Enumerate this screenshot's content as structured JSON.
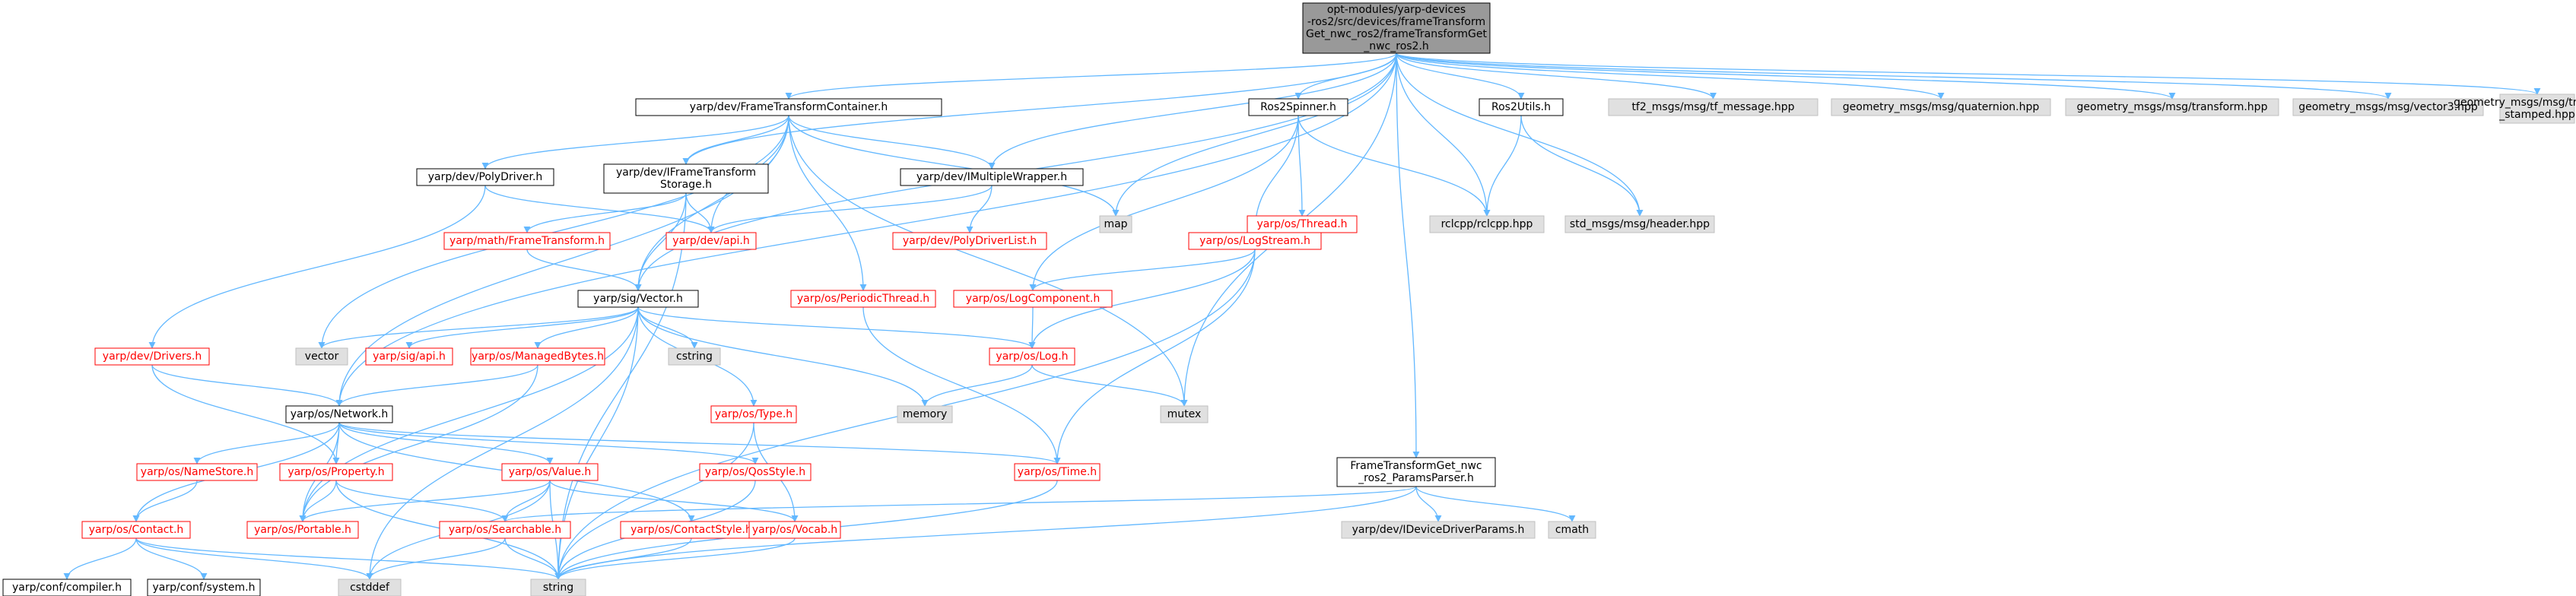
{
  "colors": {
    "edge": "#63b8ff",
    "node_border_black": "#000000",
    "node_border_red": "#ff0000",
    "node_border_gray": "#bfbfbf",
    "fill_white": "#ffffff",
    "fill_gray": "#e0e0e0",
    "fill_root": "#999999",
    "text_red": "#ff0000",
    "text_black": "#000000"
  },
  "nodes": [
    {
      "id": "root",
      "lines": [
        "opt-modules/yarp-devices",
        "-ros2/src/devices/frameTransform",
        "Get_nwc_ros2/frameTransformGet",
        "_nwc_ros2.h"
      ],
      "style": "root"
    },
    {
      "id": "ftc",
      "lines": [
        "yarp/dev/FrameTransformContainer.h"
      ],
      "style": "black"
    },
    {
      "id": "ros2spinner",
      "lines": [
        "Ros2Spinner.h"
      ],
      "style": "black"
    },
    {
      "id": "ros2utils",
      "lines": [
        "Ros2Utils.h"
      ],
      "style": "black"
    },
    {
      "id": "tf2msg",
      "lines": [
        "tf2_msgs/msg/tf_message.hpp"
      ],
      "style": "gray"
    },
    {
      "id": "quat",
      "lines": [
        "geometry_msgs/msg/quaternion.hpp"
      ],
      "style": "gray"
    },
    {
      "id": "transform",
      "lines": [
        "geometry_msgs/msg/transform.hpp"
      ],
      "style": "gray"
    },
    {
      "id": "vector3",
      "lines": [
        "geometry_msgs/msg/vector3.hpp"
      ],
      "style": "gray"
    },
    {
      "id": "tstamped",
      "lines": [
        "geometry_msgs/msg/transform",
        "_stamped.hpp"
      ],
      "style": "gray"
    },
    {
      "id": "polydriver",
      "lines": [
        "yarp/dev/PolyDriver.h"
      ],
      "style": "black"
    },
    {
      "id": "iftstorage",
      "lines": [
        "yarp/dev/IFrameTransform",
        "Storage.h"
      ],
      "style": "black"
    },
    {
      "id": "imultwrap",
      "lines": [
        "yarp/dev/IMultipleWrapper.h"
      ],
      "style": "black"
    },
    {
      "id": "map",
      "lines": [
        "map"
      ],
      "style": "gray"
    },
    {
      "id": "thread",
      "lines": [
        "yarp/os/Thread.h"
      ],
      "style": "red"
    },
    {
      "id": "rclcpp",
      "lines": [
        "rclcpp/rclcpp.hpp"
      ],
      "style": "gray"
    },
    {
      "id": "header",
      "lines": [
        "std_msgs/msg/header.hpp"
      ],
      "style": "gray"
    },
    {
      "id": "mathft",
      "lines": [
        "yarp/math/FrameTransform.h"
      ],
      "style": "red"
    },
    {
      "id": "devapi",
      "lines": [
        "yarp/dev/api.h"
      ],
      "style": "red"
    },
    {
      "id": "polydriverlist",
      "lines": [
        "yarp/dev/PolyDriverList.h"
      ],
      "style": "red"
    },
    {
      "id": "logstream",
      "lines": [
        "yarp/os/LogStream.h"
      ],
      "style": "red"
    },
    {
      "id": "sigvector",
      "lines": [
        "yarp/sig/Vector.h"
      ],
      "style": "black"
    },
    {
      "id": "periodicthread",
      "lines": [
        "yarp/os/PeriodicThread.h"
      ],
      "style": "red"
    },
    {
      "id": "logcomponent",
      "lines": [
        "yarp/os/LogComponent.h"
      ],
      "style": "red"
    },
    {
      "id": "drivers",
      "lines": [
        "yarp/dev/Drivers.h"
      ],
      "style": "red"
    },
    {
      "id": "vector",
      "lines": [
        "vector"
      ],
      "style": "gray"
    },
    {
      "id": "sigapi",
      "lines": [
        "yarp/sig/api.h"
      ],
      "style": "red"
    },
    {
      "id": "managedbytes",
      "lines": [
        "yarp/os/ManagedBytes.h"
      ],
      "style": "red"
    },
    {
      "id": "cstring",
      "lines": [
        "cstring"
      ],
      "style": "gray"
    },
    {
      "id": "log",
      "lines": [
        "yarp/os/Log.h"
      ],
      "style": "red"
    },
    {
      "id": "network",
      "lines": [
        "yarp/os/Network.h"
      ],
      "style": "black"
    },
    {
      "id": "type",
      "lines": [
        "yarp/os/Type.h"
      ],
      "style": "red"
    },
    {
      "id": "memory",
      "lines": [
        "memory"
      ],
      "style": "gray"
    },
    {
      "id": "mutex",
      "lines": [
        "mutex"
      ],
      "style": "gray"
    },
    {
      "id": "paramsparser",
      "lines": [
        "FrameTransformGet_nwc",
        "_ros2_ParamsParser.h"
      ],
      "style": "black"
    },
    {
      "id": "namestore",
      "lines": [
        "yarp/os/NameStore.h"
      ],
      "style": "red"
    },
    {
      "id": "property",
      "lines": [
        "yarp/os/Property.h"
      ],
      "style": "red"
    },
    {
      "id": "value",
      "lines": [
        "yarp/os/Value.h"
      ],
      "style": "red"
    },
    {
      "id": "qosstyle",
      "lines": [
        "yarp/os/QosStyle.h"
      ],
      "style": "red"
    },
    {
      "id": "time",
      "lines": [
        "yarp/os/Time.h"
      ],
      "style": "red"
    },
    {
      "id": "contact",
      "lines": [
        "yarp/os/Contact.h"
      ],
      "style": "red"
    },
    {
      "id": "portable",
      "lines": [
        "yarp/os/Portable.h"
      ],
      "style": "red"
    },
    {
      "id": "searchable",
      "lines": [
        "yarp/os/Searchable.h"
      ],
      "style": "red"
    },
    {
      "id": "contactstyle",
      "lines": [
        "yarp/os/ContactStyle.h"
      ],
      "style": "red"
    },
    {
      "id": "vocab",
      "lines": [
        "yarp/os/Vocab.h"
      ],
      "style": "red"
    },
    {
      "id": "ideviceparams",
      "lines": [
        "yarp/dev/IDeviceDriverParams.h"
      ],
      "style": "gray"
    },
    {
      "id": "cmath",
      "lines": [
        "cmath"
      ],
      "style": "gray"
    },
    {
      "id": "compiler",
      "lines": [
        "yarp/conf/compiler.h"
      ],
      "style": "black"
    },
    {
      "id": "system",
      "lines": [
        "yarp/conf/system.h"
      ],
      "style": "black"
    },
    {
      "id": "cstddef",
      "lines": [
        "cstddef"
      ],
      "style": "gray"
    },
    {
      "id": "string",
      "lines": [
        "string"
      ],
      "style": "gray"
    }
  ]
}
